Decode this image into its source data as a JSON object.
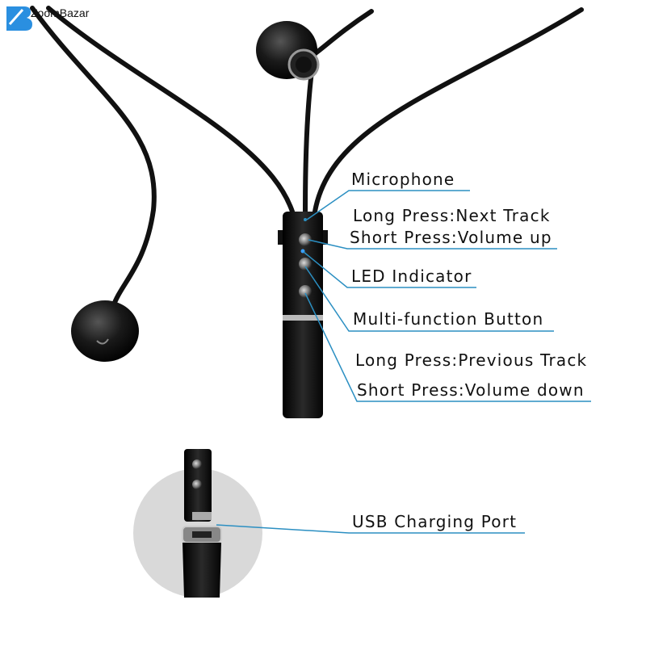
{
  "brand": {
    "name": "ZoomBazar",
    "logo_color": "#2a8fe0"
  },
  "callout_color": "#2b8fc2",
  "labels": {
    "microphone": "Microphone",
    "next_track": "Long Press:Next Track",
    "volume_up": "Short Press:Volume up",
    "led": "LED Indicator",
    "multi_function": "Multi-function Button",
    "previous_track": "Long Press:Previous Track",
    "volume_down": "Short Press:Volume down",
    "usb_port": "USB Charging Port"
  }
}
